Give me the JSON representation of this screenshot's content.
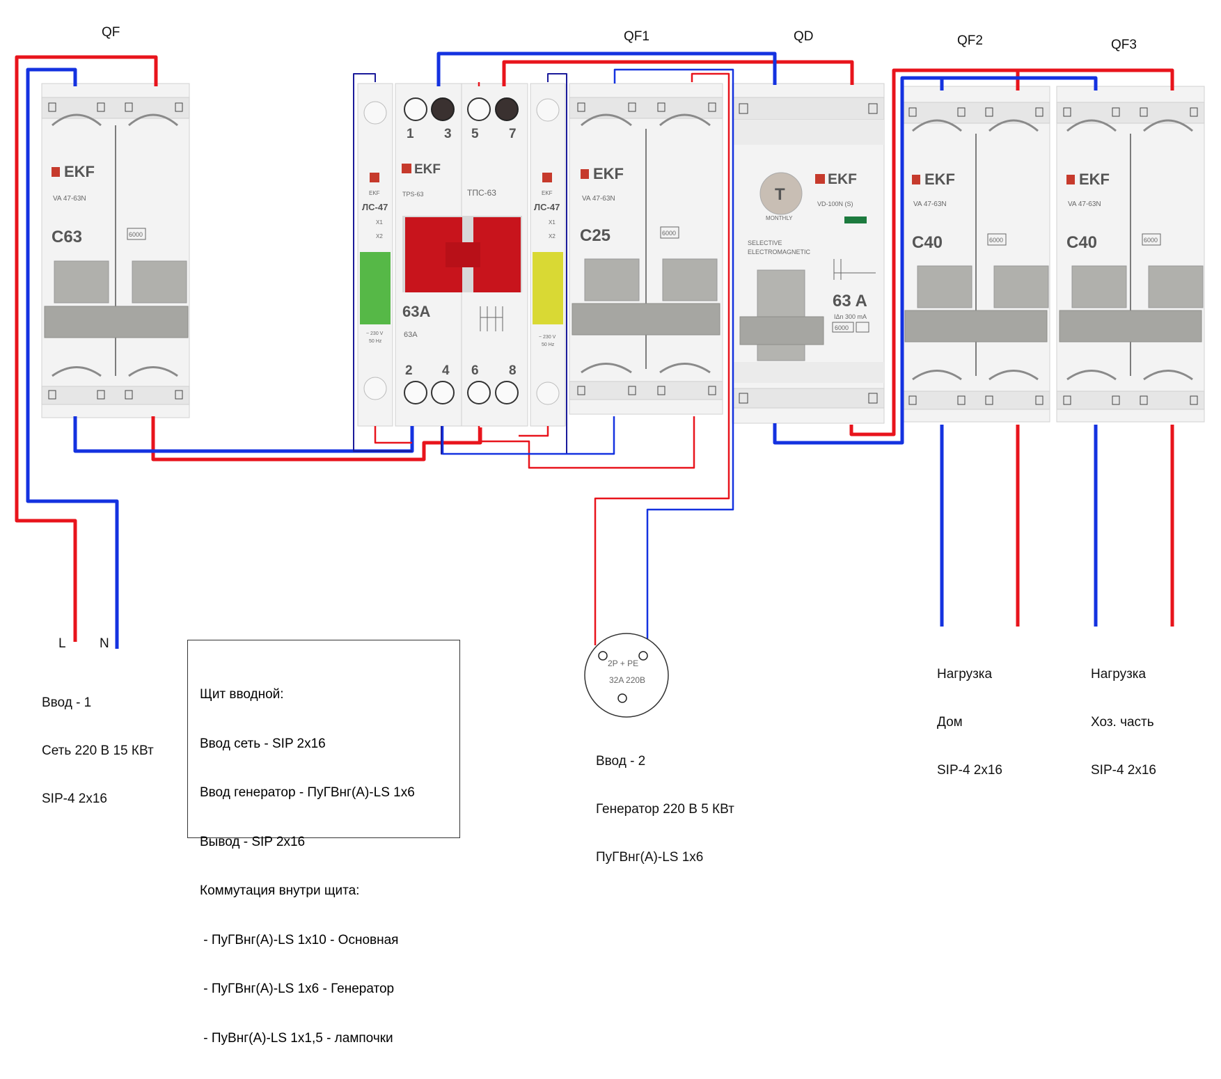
{
  "devices": {
    "qf": {
      "label": "QF",
      "brand": "EKF",
      "model": "VA 47-63N",
      "rating": "C63",
      "breaking": "6000"
    },
    "qf1": {
      "label": "QF1",
      "brand": "EKF",
      "model": "VA 47-63N",
      "rating": "C25",
      "breaking": "6000"
    },
    "qd": {
      "label": "QD",
      "brand": "EKF",
      "model": "VD-100N (S)",
      "rating": "63 A",
      "idn": "IΔn 300 mA",
      "breaking": "6000",
      "test_button": "T",
      "test_caption": "MONTHLY",
      "selective": "SELECTIVE",
      "electromagnetic": "ELECTROMAGNETIC"
    },
    "qf2": {
      "label": "QF2",
      "brand": "EKF",
      "model": "VA 47-63N",
      "rating": "C40",
      "breaking": "6000"
    },
    "qf3": {
      "label": "QF3",
      "brand": "EKF",
      "model": "VA 47-63N",
      "rating": "C40",
      "breaking": "6000"
    },
    "switch": {
      "brand": "EKF",
      "model": "TPS-63",
      "model_ru": "ТПС-63",
      "rating_big": "63A",
      "rating_small": "63A",
      "terminals_top": [
        "1",
        "3",
        "5",
        "7"
      ],
      "terminals_bottom": [
        "2",
        "4",
        "6",
        "8"
      ]
    },
    "lamp_left": {
      "model": "ЛС-47",
      "brand": "EKF",
      "x1": "X1",
      "x2": "X2",
      "voltage": "~ 230 V",
      "freq": "50 Hz",
      "color": "#56b847"
    },
    "lamp_right": {
      "model": "ЛС-47",
      "brand": "EKF",
      "x1": "X1",
      "x2": "X2",
      "voltage": "~ 230 V",
      "freq": "50 Hz",
      "color": "#d9d934"
    }
  },
  "socket": {
    "line1": "2P + PE",
    "line2": "32A 220B"
  },
  "terminals": {
    "l": "L",
    "n": "N"
  },
  "inputs": {
    "input1": {
      "title": "Ввод - 1",
      "line2": "Сеть 220 В 15 КВт",
      "line3": "SIP-4 2x16"
    },
    "input2": {
      "title": "Ввод - 2",
      "line2": "Генератор 220 В 5 КВт",
      "line3": "ПуГВнг(А)-LS 1х6"
    }
  },
  "loads": {
    "house": {
      "title": "Нагрузка",
      "line2": "Дом",
      "line3": "SIP-4 2x16"
    },
    "yard": {
      "title": "Нагрузка",
      "line2": "Хоз. часть",
      "line3": "SIP-4 2x16"
    }
  },
  "info_box": {
    "lines": [
      "Щит вводной:",
      "Ввод сеть - SIP 2х16",
      "Ввод генератор - ПуГВнг(А)-LS 1х6",
      "Вывод - SIP 2х16",
      "Коммутация внутри щита:",
      " - ПуГВнг(А)-LS 1х10 - Основная",
      " - ПуГВнг(А)-LS 1х6 - Генератор",
      " - ПуВнг(А)-LS 1х1,5 - лампочки"
    ]
  },
  "colors": {
    "phase": "#e8141c",
    "neutral": "#1432e0",
    "thin_neutral": "#1a1a9a",
    "device_body": "#f2f2f2",
    "handle": "#a6a6a2",
    "switch_handle": "#c8141c"
  }
}
